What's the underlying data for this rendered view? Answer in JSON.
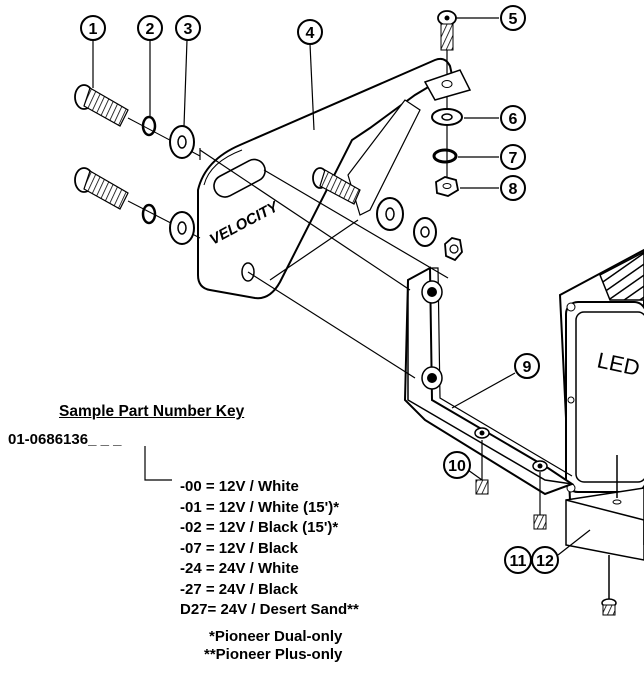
{
  "callouts": [
    "1",
    "2",
    "3",
    "4",
    "5",
    "6",
    "7",
    "8",
    "9",
    "10",
    "11",
    "12"
  ],
  "bracket_brand": "VELOCITY",
  "light_label": "LED",
  "key": {
    "title": "Sample Part Number Key",
    "base_number": "01-0686136_ _ _",
    "options": [
      "-00 = 12V / White",
      "-01 = 12V / White (15')*",
      "-02 = 12V / Black (15')*",
      "-07 = 12V / Black",
      "-24 = 24V / White",
      "-27 = 24V / Black",
      "D27= 24V / Desert Sand**"
    ],
    "notes": [
      "*Pioneer Dual-only",
      "**Pioneer Plus-only"
    ]
  }
}
